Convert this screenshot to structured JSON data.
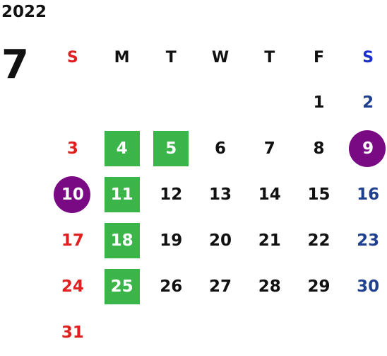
{
  "calendar": {
    "year": "2022",
    "month": "7",
    "weekdays": [
      "S",
      "M",
      "T",
      "W",
      "T",
      "F",
      "S"
    ],
    "weeks": [
      [
        "",
        "",
        "",
        "",
        "",
        "1",
        "2"
      ],
      [
        "3",
        "4",
        "5",
        "6",
        "7",
        "8",
        "9"
      ],
      [
        "10",
        "11",
        "12",
        "13",
        "14",
        "15",
        "16"
      ],
      [
        "17",
        "18",
        "19",
        "20",
        "21",
        "22",
        "23"
      ],
      [
        "24",
        "25",
        "26",
        "27",
        "28",
        "29",
        "30"
      ],
      [
        "31",
        "",
        "",
        "",
        "",
        "",
        ""
      ]
    ],
    "colors": {
      "sunday": "#e02020",
      "saturday": "#1f3f8f",
      "highlight_green": "#3bb54a",
      "highlight_purple": "#7a0a84"
    }
  }
}
